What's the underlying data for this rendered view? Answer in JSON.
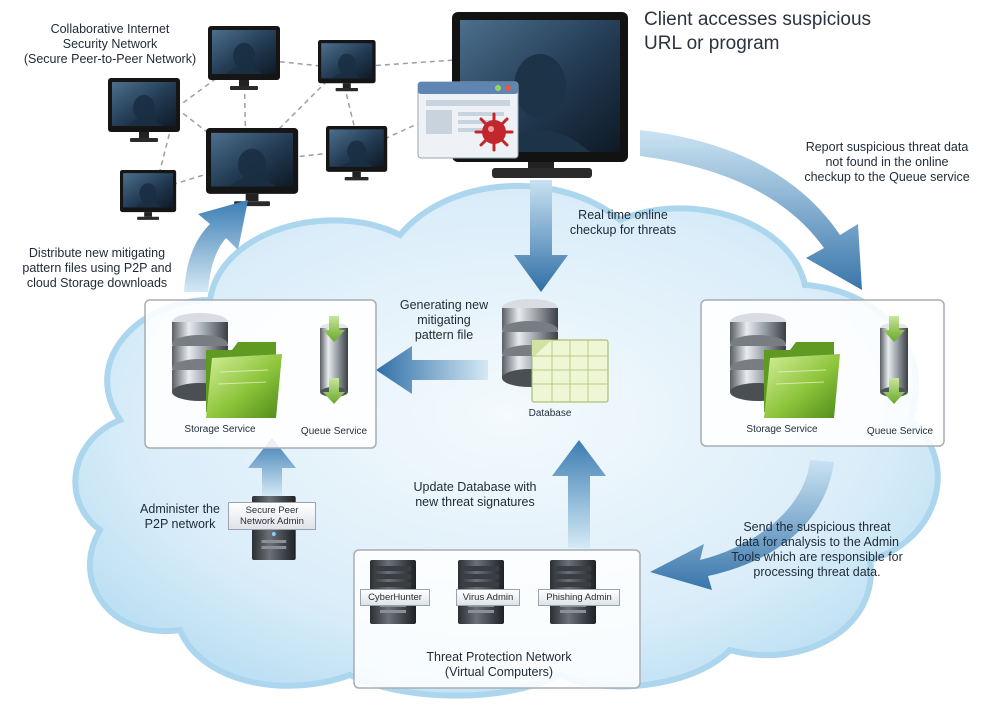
{
  "labels": {
    "p2p_network": [
      "Collaborative Internet",
      "Security Network",
      "(Secure Peer-to-Peer Network)"
    ],
    "client_access": [
      "Client accesses suspicious",
      "URL or program"
    ],
    "report_threat": [
      "Report suspicious threat data",
      "not found in the online",
      "checkup to the Queue  service"
    ],
    "realtime_checkup": [
      "Real time online",
      "checkup for threats"
    ],
    "distribute_files": [
      "Distribute new mitigating",
      "pattern files using P2P  and",
      "cloud  Storage downloads"
    ],
    "generating_pattern": [
      "Generating new",
      "mitigating",
      "pattern file"
    ],
    "administer_p2p": [
      "Administer the",
      "P2P network"
    ],
    "update_database": [
      "Update Database with",
      "new threat signatures"
    ],
    "send_threat": [
      "Send the  suspicious threat",
      "data for analysis  to the Admin",
      "Tools which are responsible for",
      "processing threat data."
    ]
  },
  "components": {
    "storage_service_left": "Storage  Service",
    "queue_service_left": "Queue Service",
    "database": "Database",
    "storage_service_right": "Storage Service",
    "queue_service_right": "Queue Service",
    "secure_peer_admin": [
      "Secure Peer",
      "Network Admin"
    ],
    "cyberhunter": "CyberHunter",
    "virus_admin": "Virus Admin",
    "phishing_admin": "Phishing Admin",
    "threat_protection": [
      "Threat Protection Network",
      "(Virtual Computers)"
    ]
  },
  "colors": {
    "arrow": "#3f7fb3",
    "cloud": "#d8ecf8",
    "cloud_edge": "#a8d4ee",
    "folder": "#8cc43a",
    "monitor": "#1a1a1a"
  }
}
